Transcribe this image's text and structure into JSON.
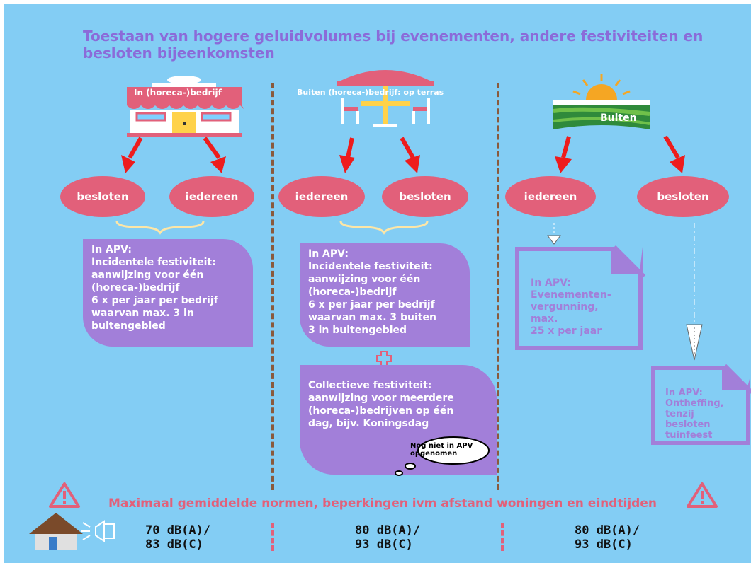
{
  "title": "Toestaan van hogere geluidvolumes bij evenementen, andere festiviteiten en besloten bijeenkomsten",
  "columns": {
    "left": {
      "sign": "In (horeca-)bedrijf",
      "ellipses": [
        "besloten",
        "iedereen"
      ],
      "apv": "In APV:\nIncidentele festiviteit:\naanwijzing voor één\n(horeca-)bedrijf\n6 x per jaar per bedrijf\nwaarvan max. 3 in\nbuitengebied"
    },
    "middle": {
      "sign": "Buiten (horeca-)bedrijf: op terras",
      "ellipses": [
        "iedereen",
        "besloten"
      ],
      "apv": "In APV:\nIncidentele festiviteit:\naanwijzing voor één\n(horeca-)bedrijf\n6 x per jaar per bedrijf\nwaarvan max. 3 buiten\n3 in buitengebied",
      "collective": "Collectieve festiviteit:\naanwijzing voor meerdere\n(horeca-)bedrijven op één\ndag, bijv. Koningsdag",
      "thought": [
        "Nog niet in APV",
        "opgenomen"
      ]
    },
    "right": {
      "sign": "Buiten",
      "ellipses": [
        "iedereen",
        "besloten"
      ],
      "apv_event": "In APV:\nEvenementen-\nvergunning,\nmax.\n25 x per jaar",
      "apv_exempt": "In APV:\nOntheffing,\ntenzij\nbesloten\ntuinfeest"
    }
  },
  "warning": "Maximaal gemiddelde normen, beperkingen ivm afstand woningen en eindtijden",
  "levels": [
    "70 dB(A)/\n83 dB(C)",
    "80 dB(A)/\n93 dB(C)",
    "80 dB(A)/\n93 dB(C)"
  ],
  "colors": {
    "background": "#83cdf4",
    "title": "#8b6bd9",
    "ellipse": "#e2607a",
    "bubble": "#a27fd9",
    "arrow": "#ee1c1c",
    "warning": "#e2607a",
    "divider": "#8a5a3c"
  },
  "icons": [
    "shop-icon",
    "parasol-table-icon",
    "sun-landscape-icon",
    "warning-icon",
    "house-icon",
    "speaker-icon",
    "plus-icon",
    "document-icon",
    "thought-bubble-icon"
  ]
}
